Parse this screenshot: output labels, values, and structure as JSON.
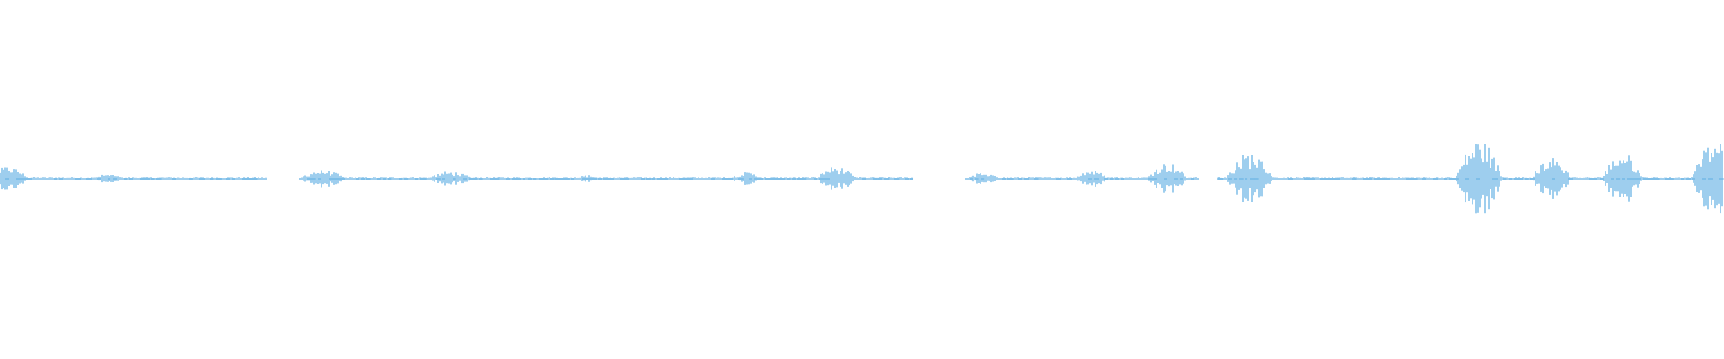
{
  "waveform": {
    "color": "#5DADE2",
    "background": "#ffffff",
    "baseline_amplitude": 0.02,
    "bursts": [
      {
        "center": 0.005,
        "width": 0.012,
        "amplitude": 0.14
      },
      {
        "center": 0.063,
        "width": 0.01,
        "amplitude": 0.05
      },
      {
        "center": 0.187,
        "width": 0.014,
        "amplitude": 0.1
      },
      {
        "center": 0.261,
        "width": 0.014,
        "amplitude": 0.08
      },
      {
        "center": 0.341,
        "width": 0.008,
        "amplitude": 0.04
      },
      {
        "center": 0.433,
        "width": 0.01,
        "amplitude": 0.07
      },
      {
        "center": 0.485,
        "width": 0.012,
        "amplitude": 0.14
      },
      {
        "center": 0.57,
        "width": 0.01,
        "amplitude": 0.07
      },
      {
        "center": 0.633,
        "width": 0.01,
        "amplitude": 0.1
      },
      {
        "center": 0.677,
        "width": 0.012,
        "amplitude": 0.18
      },
      {
        "center": 0.725,
        "width": 0.014,
        "amplitude": 0.3
      },
      {
        "center": 0.858,
        "width": 0.014,
        "amplitude": 0.44
      },
      {
        "center": 0.9,
        "width": 0.012,
        "amplitude": 0.24
      },
      {
        "center": 0.941,
        "width": 0.012,
        "amplitude": 0.3
      },
      {
        "center": 0.995,
        "width": 0.014,
        "amplitude": 0.44
      }
    ],
    "gaps": [
      [
        0.155,
        0.178
      ],
      [
        0.53,
        0.562
      ],
      [
        0.695,
        0.706
      ]
    ]
  }
}
